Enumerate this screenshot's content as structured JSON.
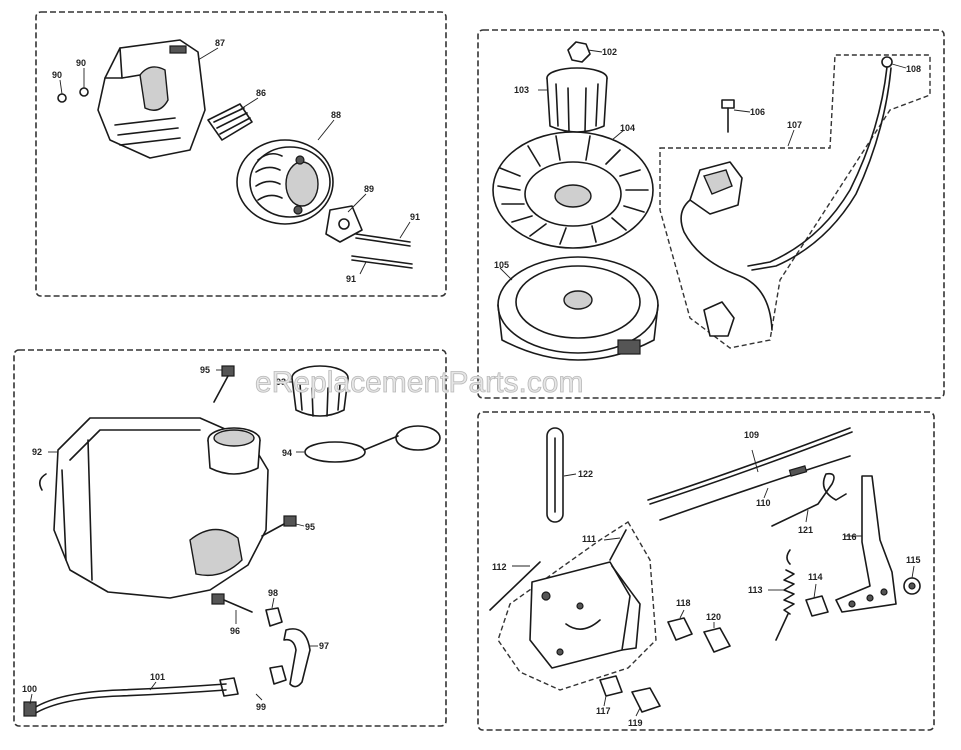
{
  "watermark": "eReplacementParts.com",
  "panels": [
    {
      "id": "air-cleaner",
      "labels": [
        "87",
        "86",
        "88",
        "89",
        "90",
        "90",
        "91",
        "91"
      ]
    },
    {
      "id": "flywheel-ignition",
      "labels": [
        "102",
        "103",
        "104",
        "105",
        "106",
        "107",
        "108"
      ]
    },
    {
      "id": "fuel-tank",
      "labels": [
        "95",
        "93",
        "92",
        "94",
        "95",
        "98",
        "96",
        "97",
        "100",
        "101",
        "99"
      ]
    },
    {
      "id": "governor-controls",
      "labels": [
        "109",
        "122",
        "110",
        "121",
        "111",
        "116",
        "112",
        "115",
        "113",
        "114",
        "118",
        "120",
        "117",
        "119"
      ]
    }
  ]
}
